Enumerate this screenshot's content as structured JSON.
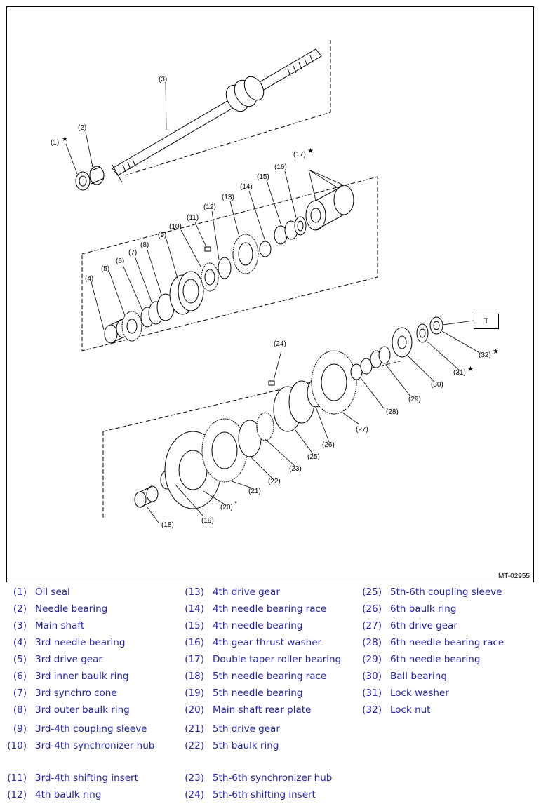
{
  "figure": {
    "code": "MT-02955",
    "tool_box_label": "T",
    "star": "★",
    "asterisk": "*"
  },
  "callouts": [
    "(1)",
    "(2)",
    "(3)",
    "(4)",
    "(5)",
    "(6)",
    "(7)",
    "(8)",
    "(9)",
    "(10)",
    "(11)",
    "(12)",
    "(13)",
    "(14)",
    "(15)",
    "(16)",
    "(17)",
    "(18)",
    "(19)",
    "(20)",
    "(21)",
    "(22)",
    "(23)",
    "(24)",
    "(25)",
    "(26)",
    "(27)",
    "(28)",
    "(29)",
    "(30)",
    "(31)",
    "(32)"
  ],
  "legend": [
    {
      "num": "(1)",
      "text": "Oil seal"
    },
    {
      "num": "(2)",
      "text": "Needle bearing"
    },
    {
      "num": "(3)",
      "text": "Main shaft"
    },
    {
      "num": "(4)",
      "text": "3rd needle bearing"
    },
    {
      "num": "(5)",
      "text": "3rd drive gear"
    },
    {
      "num": "(6)",
      "text": "3rd inner baulk ring"
    },
    {
      "num": "(7)",
      "text": "3rd synchro cone"
    },
    {
      "num": "(8)",
      "text": "3rd outer baulk ring"
    },
    {
      "num": "(9)",
      "text": "3rd-4th coupling sleeve"
    },
    {
      "num": "(10)",
      "text": "3rd-4th synchronizer hub"
    },
    {
      "num": "(11)",
      "text": "3rd-4th shifting insert"
    },
    {
      "num": "(12)",
      "text": "4th baulk ring"
    },
    {
      "num": "(13)",
      "text": "4th drive gear"
    },
    {
      "num": "(14)",
      "text": "4th needle bearing race"
    },
    {
      "num": "(15)",
      "text": "4th needle bearing"
    },
    {
      "num": "(16)",
      "text": "4th gear thrust washer"
    },
    {
      "num": "(17)",
      "text": "Double taper roller bearing"
    },
    {
      "num": "(18)",
      "text": "5th needle bearing race"
    },
    {
      "num": "(19)",
      "text": "5th needle bearing"
    },
    {
      "num": "(20)",
      "text": "Main shaft rear plate"
    },
    {
      "num": "(21)",
      "text": "5th drive gear"
    },
    {
      "num": "(22)",
      "text": "5th baulk ring"
    },
    {
      "num": "(23)",
      "text": "5th-6th synchronizer hub"
    },
    {
      "num": "(24)",
      "text": "5th-6th shifting insert"
    },
    {
      "num": "(25)",
      "text": "5th-6th coupling sleeve"
    },
    {
      "num": "(26)",
      "text": "6th baulk ring"
    },
    {
      "num": "(27)",
      "text": "6th drive gear"
    },
    {
      "num": "(28)",
      "text": "6th needle bearing race"
    },
    {
      "num": "(29)",
      "text": "6th needle bearing"
    },
    {
      "num": "(30)",
      "text": "Ball bearing"
    },
    {
      "num": "(31)",
      "text": "Lock washer"
    },
    {
      "num": "(32)",
      "text": "Lock nut"
    }
  ]
}
